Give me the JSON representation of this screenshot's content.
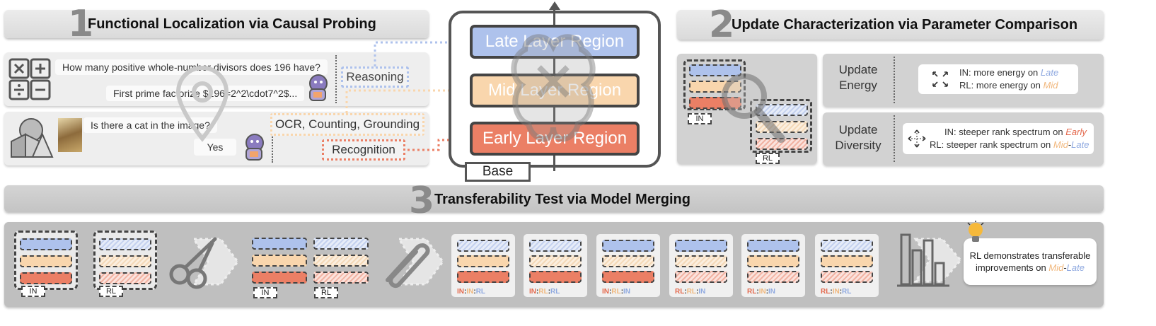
{
  "section1": {
    "number": "1",
    "title": "Functional Localization via Causal Probing",
    "q1": "How many positive whole-number divisors does 196 have?",
    "a1": "First prime factorize $196=2^2\\cdot7^2$...",
    "q2": "Is there a cat in the image?",
    "a2": "Yes",
    "tag_reasoning": "Reasoning",
    "tag_ocr": "OCR, Counting, Grounding",
    "tag_recognition": "Recognition"
  },
  "center": {
    "late": "Late Layer Region",
    "mid": "Mid Layer Region",
    "early": "Early Layer Region",
    "base": "Base"
  },
  "section2": {
    "number": "2",
    "title": "Update Characterization via Parameter Comparison",
    "in_tag": "IN",
    "rl_tag": "RL",
    "energy_label_1": "Update",
    "energy_label_2": "Energy",
    "energy_in_prefix": "IN: more energy on ",
    "energy_in_hl": "Late",
    "energy_rl_prefix": "RL: more energy on ",
    "energy_rl_hl": "Mid",
    "div_label_1": "Update",
    "div_label_2": "Diversity",
    "div_in_prefix": "IN: steeper rank spectrum on ",
    "div_in_hl": "Early",
    "div_rl_prefix": "RL: steeper rank spectrum on ",
    "div_rl_hl1": "Mid",
    "div_rl_sep": "-",
    "div_rl_hl2": "Late"
  },
  "section3": {
    "number": "3",
    "title": "Transferability Test via Model Merging",
    "in_tag": "IN",
    "rl_tag": "RL",
    "merges": [
      {
        "e": "IN",
        "m": "IN",
        "l": "RL"
      },
      {
        "e": "IN",
        "m": "RL",
        "l": "RL"
      },
      {
        "e": "IN",
        "m": "RL",
        "l": "IN"
      },
      {
        "e": "RL",
        "m": "RL",
        "l": "IN"
      },
      {
        "e": "RL",
        "m": "IN",
        "l": "IN"
      },
      {
        "e": "RL",
        "m": "IN",
        "l": "RL"
      }
    ],
    "sep": ":",
    "conclusion_1": "RL demonstrates transferable",
    "conclusion_2_prefix": "improvements on ",
    "conclusion_hl1": "Mid",
    "conclusion_sep": "-",
    "conclusion_hl2": "Late"
  },
  "colors": {
    "late": "#aec2ec",
    "mid": "#f9d6ad",
    "early": "#eb7f65",
    "header_gray": "#dadada"
  }
}
